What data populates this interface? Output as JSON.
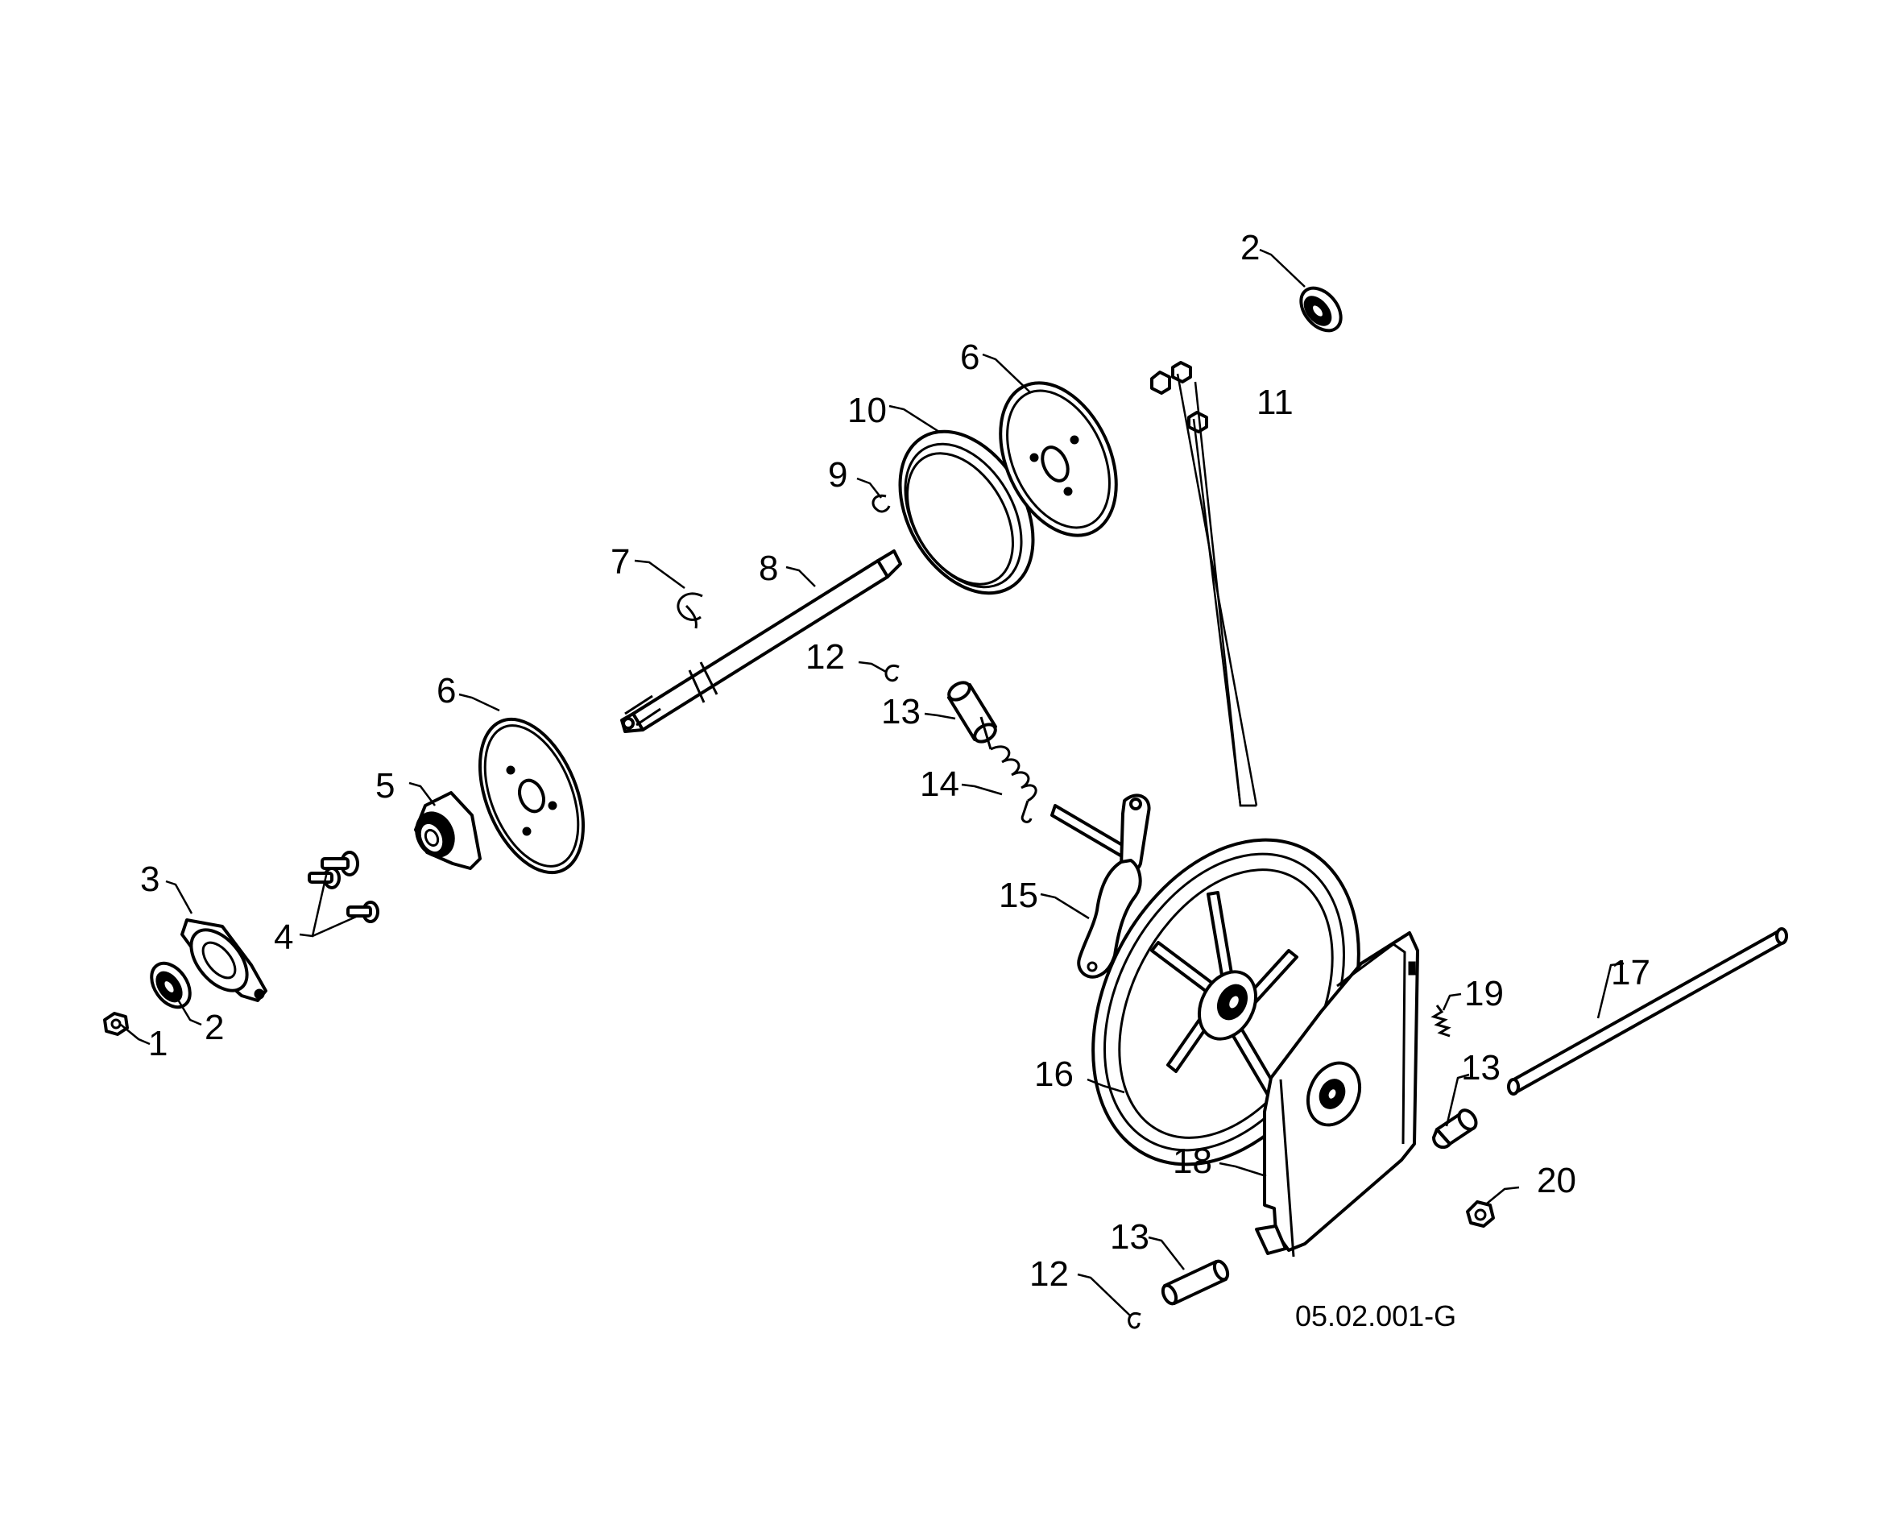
{
  "labels": {
    "p1": "1",
    "p2a": "2",
    "p2b": "2",
    "p3": "3",
    "p4": "4",
    "p5": "5",
    "p6a": "6",
    "p6b": "6",
    "p7": "7",
    "p8": "8",
    "p9": "9",
    "p10": "10",
    "p11": "11",
    "p12a": "12",
    "p12b": "12",
    "p13a": "13",
    "p13b": "13",
    "p13c": "13",
    "p14": "14",
    "p15": "15",
    "p16": "16",
    "p17": "17",
    "p18": "18",
    "p19": "19",
    "p20": "20"
  },
  "diagram_code": "05.02.001-G"
}
